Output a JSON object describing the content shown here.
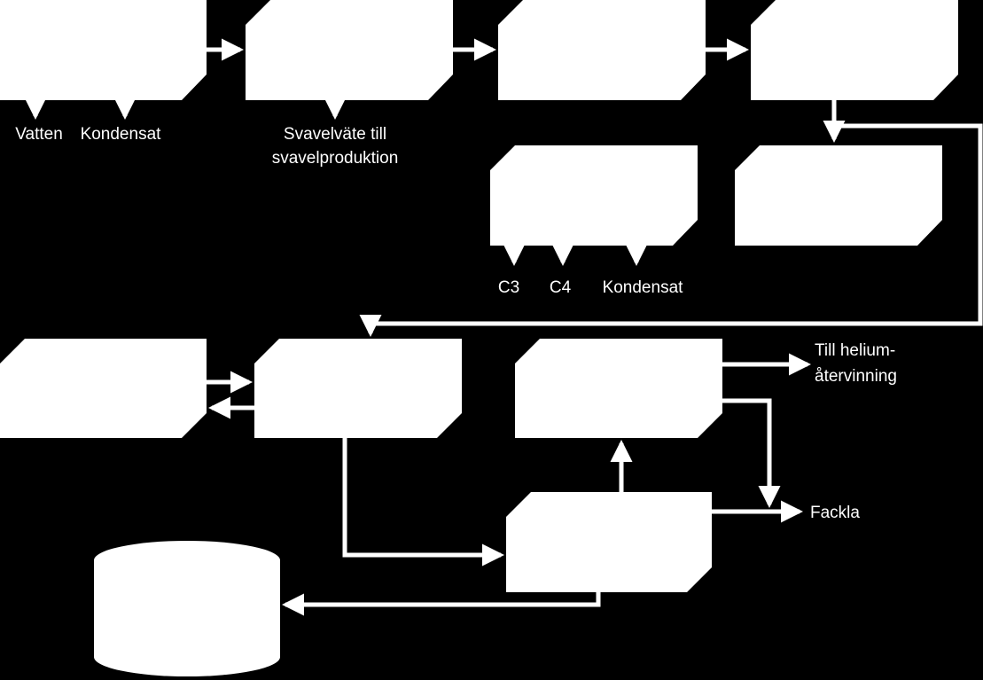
{
  "colors": {
    "background": "#000000",
    "foreground": "#ffffff"
  },
  "labels": {
    "vatten": "Vatten",
    "kondensat_top": "Kondensat",
    "svavel_line1": "Svavelväte till",
    "svavel_line2": "svavelproduktion",
    "c3": "C3",
    "c4": "C4",
    "kondensat_mid": "Kondensat",
    "helium_line1": "Till helium-",
    "helium_line2": "återvinning",
    "fackla": "Fackla"
  }
}
